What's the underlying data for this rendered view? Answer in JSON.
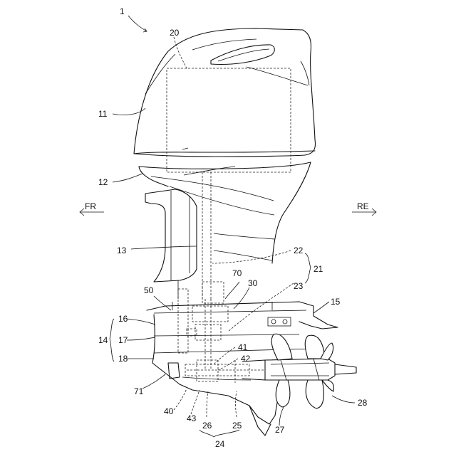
{
  "directions": {
    "front": "FR",
    "rear": "RE"
  },
  "labels": {
    "l1": "1",
    "l11": "11",
    "l12": "12",
    "l13": "13",
    "l14": "14",
    "l15": "15",
    "l16": "16",
    "l17": "17",
    "l18": "18",
    "l20": "20",
    "l21": "21",
    "l22": "22",
    "l23": "23",
    "l24": "24",
    "l25": "25",
    "l26": "26",
    "l27": "27",
    "l28": "28",
    "l30": "30",
    "l40": "40",
    "l41": "41",
    "l42": "42",
    "l43": "43",
    "l50": "50",
    "l70": "70",
    "l71": "71"
  }
}
